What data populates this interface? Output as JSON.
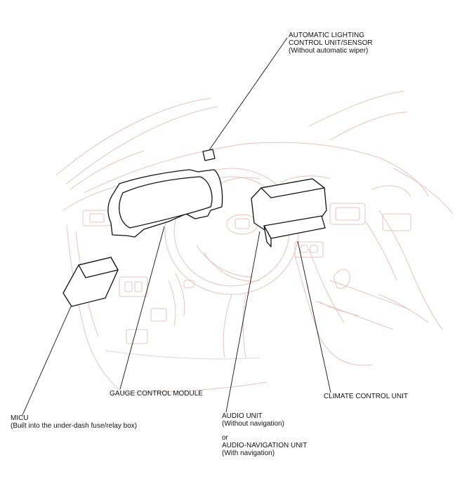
{
  "diagram": {
    "labels": {
      "auto_lighting": {
        "line1": "AUTOMATIC LIGHTING",
        "line2": "CONTROL UNIT/SENSOR",
        "line3": "(Without automatic wiper)"
      },
      "gauge_control": {
        "line1": "GAUGE CONTROL MODULE"
      },
      "climate_control": {
        "line1": "CLIMATE CONTROL UNIT"
      },
      "micu": {
        "line1": "MICU",
        "line2": "(Built into the under-dash fuse/relay box)"
      },
      "audio": {
        "line1": "AUDIO UNIT",
        "line2": "(Without navigation)",
        "line3": "or",
        "line4": "AUDIO-NAVIGATION UNIT",
        "line5": "(With navigation)"
      }
    }
  }
}
